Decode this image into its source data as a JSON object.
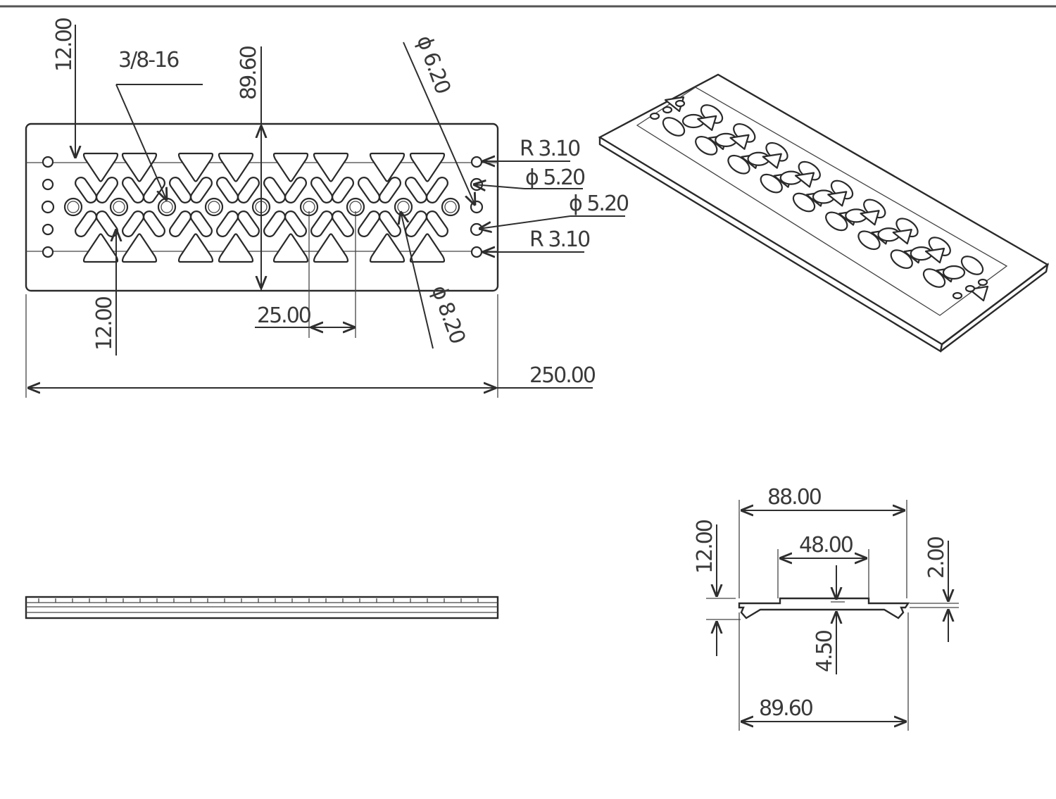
{
  "front_view": {
    "dims": {
      "top_edge_offset": "12.00",
      "thread": "3/8-16",
      "height": "89.60",
      "hole_small_dia": "ϕ 6.20",
      "radius_top": "R 3.10",
      "dia_top": "ϕ 5.20",
      "dia_bottom": "ϕ 5.20",
      "radius_bottom": "R 3.10",
      "bottom_offset": "12.00",
      "pitch": "25.00",
      "hole_large_dia": "ϕ 8.20",
      "length": "250.00"
    }
  },
  "section_view": {
    "dims": {
      "top_width": "88.00",
      "rail_width": "48.00",
      "thickness": "12.00",
      "lip": "2.00",
      "depth": "4.50",
      "overall_width": "89.60"
    }
  },
  "colors": {
    "line": "#2e2e2e",
    "text": "#3a3a3a",
    "background": "#ffffff"
  }
}
